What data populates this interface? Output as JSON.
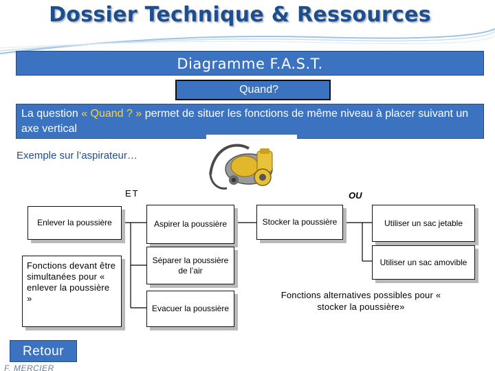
{
  "header": {
    "title": "Dossier Technique & Ressources",
    "banner": "Diagramme F.A.S.T."
  },
  "question": {
    "label": "Quand?",
    "desc_prefix": "La question ",
    "desc_highlight": "« Quand ? »",
    "desc_suffix": " permet de situer les fonctions de même niveau à placer suivant  un axe vertical"
  },
  "example_label": "Exemple sur l’aspirateur…",
  "labels": {
    "et": "ET",
    "ou": "OU"
  },
  "diagram": {
    "enlever": "Enlever la poussière",
    "fonctions_simultanees": "Fonctions devant être simultanées pour « enlever la poussière »",
    "aspirer": "Aspirer la poussière",
    "separer": "Séparer la poussière de l’air",
    "evacuer": "Evacuer la poussière",
    "stocker": "Stocker la poussière",
    "sac_jetable": "Utiliser un sac jetable",
    "sac_amovible": "Utiliser un sac amovible",
    "alternatives_note": "Fonctions alternatives possibles pour « stocker la poussière»"
  },
  "footer": {
    "retour": "Retour",
    "author": "F. MERCIER"
  },
  "colors": {
    "accent_blue": "#3c73c1",
    "title_blue": "#1f4e8c",
    "highlight_yellow": "#ffd23a"
  }
}
